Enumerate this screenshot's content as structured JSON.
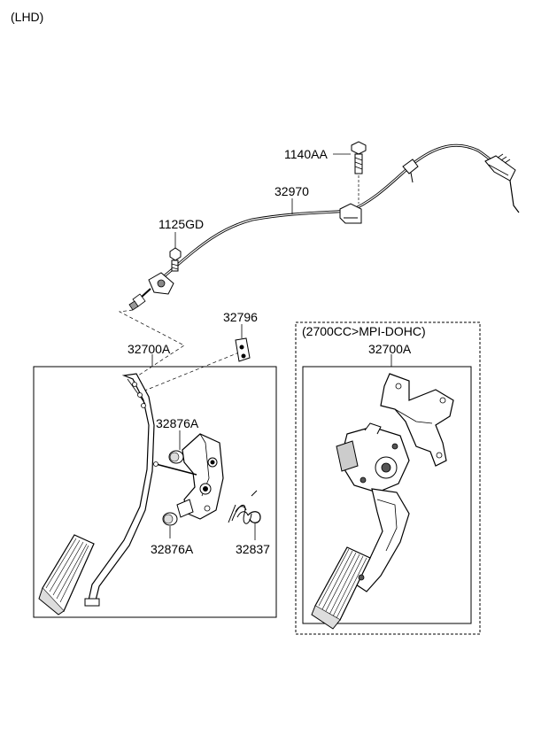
{
  "header": {
    "variant": "(LHD)"
  },
  "callouts": {
    "bolt_1140": "1140AA",
    "cable": "32970",
    "bolt_1125": "1125GD",
    "bracket_32796": "32796",
    "pedal_assy": "32700A",
    "bushing_upper": "32876A",
    "bushing_lower": "32876A",
    "spring": "32837"
  },
  "variant_box": {
    "title": "(2700CC>MPI-DOHC)",
    "part": "32700A"
  },
  "colors": {
    "line": "#000000",
    "part_fill": "#ffffff",
    "shade": "#bdbdbd",
    "dark": "#555555"
  }
}
